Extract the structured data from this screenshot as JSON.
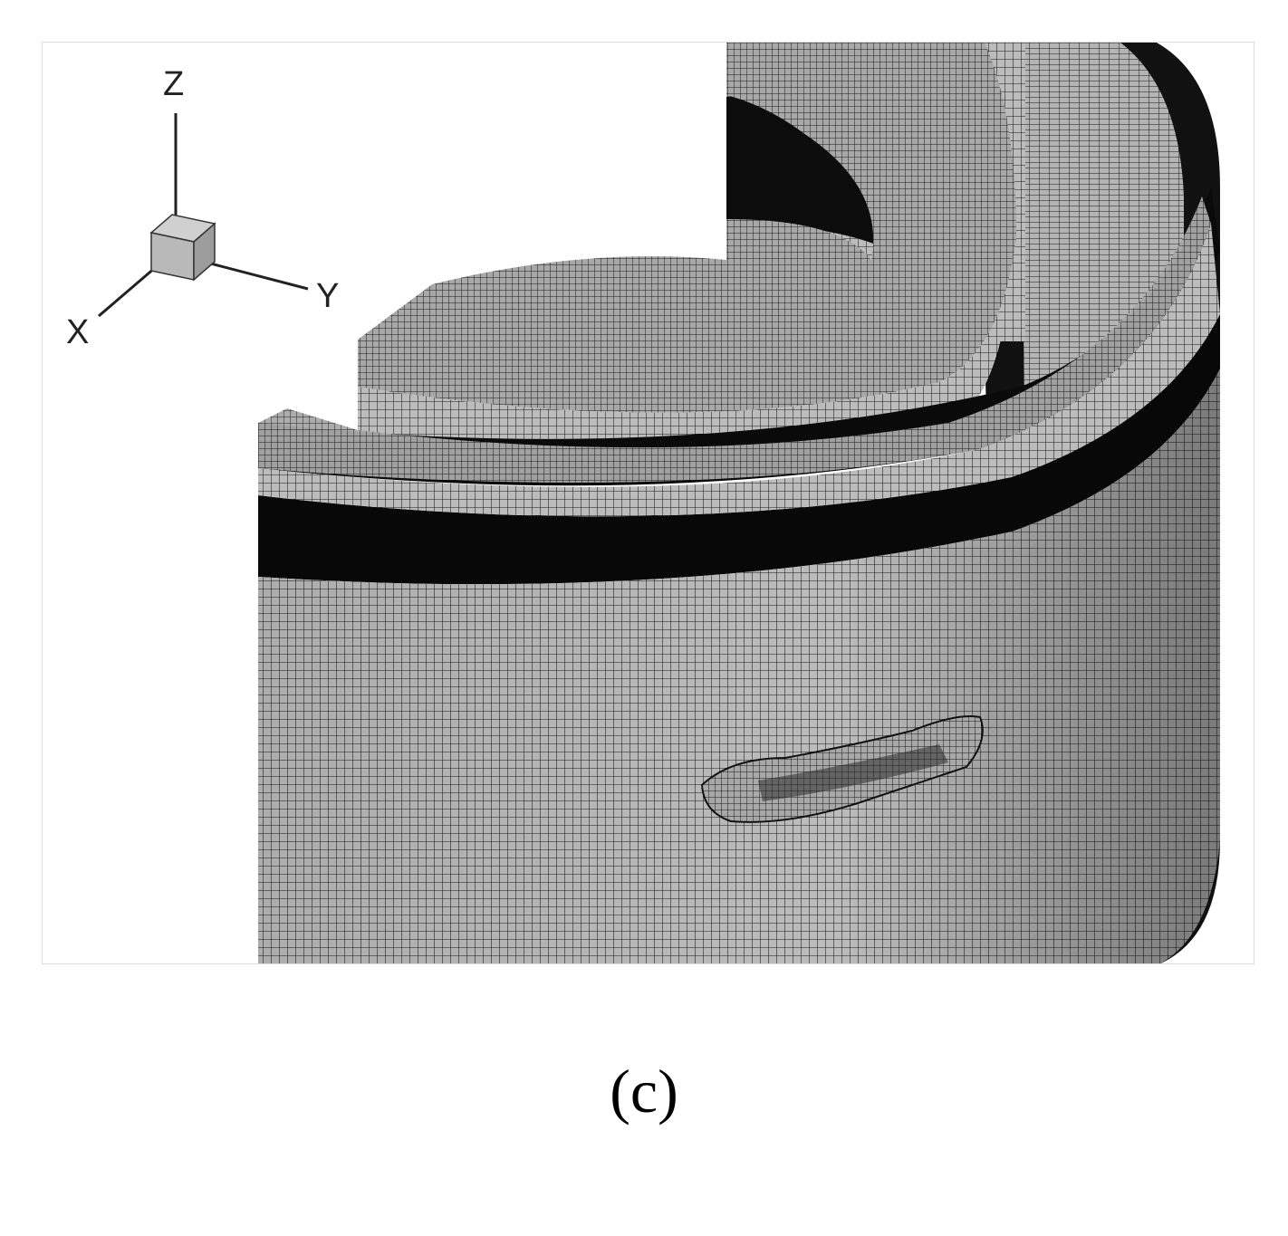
{
  "figure": {
    "axes_triad": {
      "z_label": "Z",
      "y_label": "Y",
      "x_label": "X"
    },
    "caption": "(c)"
  },
  "colors": {
    "surface": "#bcbcbc",
    "surface_top": "#a9a9a9",
    "mesh_line": "#1a1a1a",
    "dense_band": "#0a0a0a",
    "triad_cube": "#b9b9b9"
  }
}
